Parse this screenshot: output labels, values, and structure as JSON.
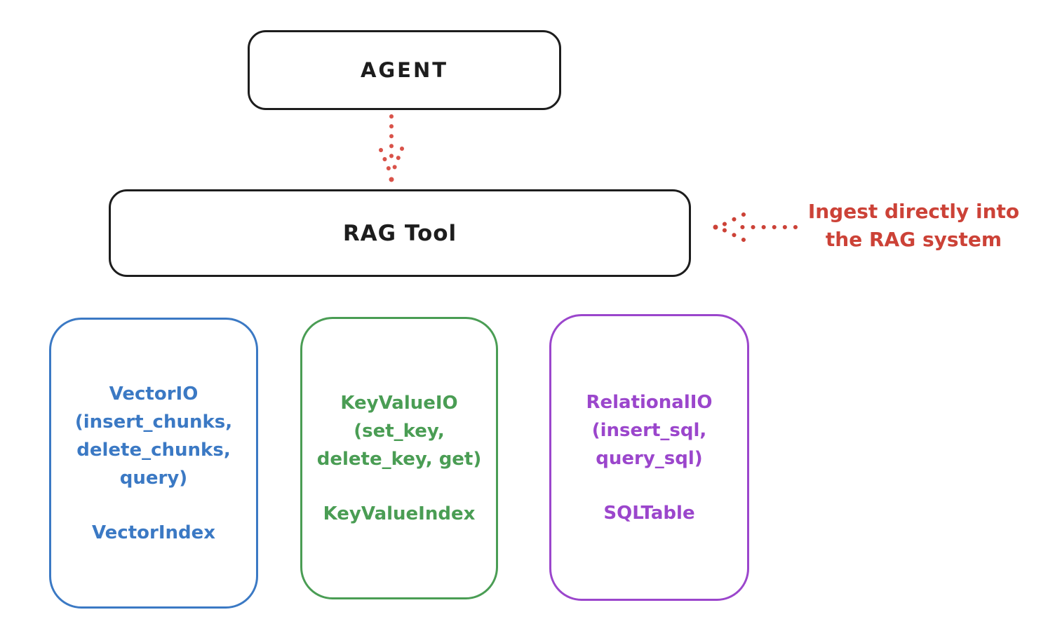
{
  "diagram": {
    "agent": {
      "label": "AGENT"
    },
    "rag_tool": {
      "label": "RAG Tool"
    },
    "annotation": {
      "line1": "Ingest directly into",
      "line2": "the RAG system",
      "color": "#cc4237"
    },
    "arrows": [
      {
        "name": "agent-to-rag-tool",
        "direction": "down",
        "style": "dotted",
        "color": "#d9534a"
      },
      {
        "name": "ingest-into-rag-tool",
        "direction": "left",
        "style": "dotted",
        "color": "#cc4237"
      }
    ],
    "storage_boxes": [
      {
        "id": "vector-io",
        "lines": [
          "VectorIO",
          "(insert_chunks,",
          "delete_chunks,",
          "query)"
        ],
        "footer": "VectorIndex",
        "color": "#3b79c4"
      },
      {
        "id": "keyvalue-io",
        "lines": [
          "KeyValueIO",
          "(set_key,",
          "delete_key, get)"
        ],
        "footer": "KeyValueIndex",
        "color": "#4a9d54"
      },
      {
        "id": "relational-io",
        "lines": [
          "RelationalIO",
          "(insert_sql,",
          "query_sql)"
        ],
        "footer": "SQLTable",
        "color": "#9b46cc"
      }
    ],
    "colors": {
      "node_stroke": "#1d1d1d",
      "background": "#ffffff"
    }
  }
}
